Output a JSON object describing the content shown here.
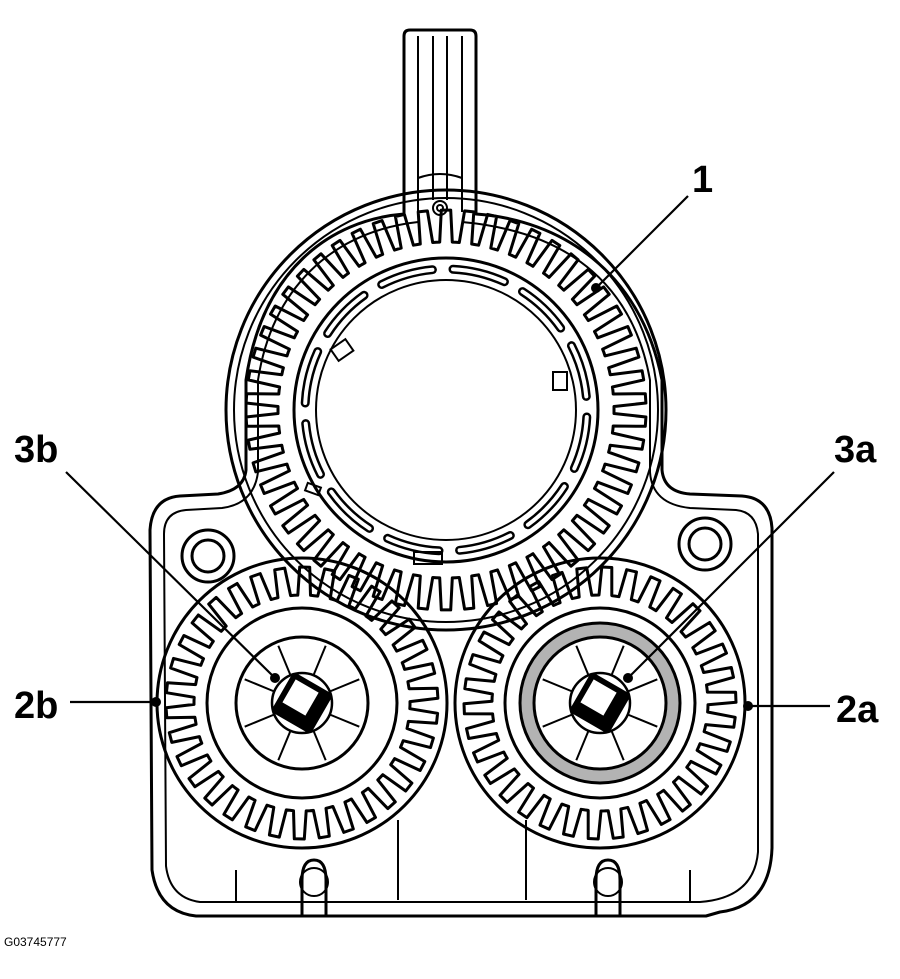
{
  "figure": {
    "figure_id": "G03745777",
    "callouts": [
      {
        "id": "1",
        "label": "1"
      },
      {
        "id": "2a",
        "label": "2a"
      },
      {
        "id": "2b",
        "label": "2b"
      },
      {
        "id": "3a",
        "label": "3a"
      },
      {
        "id": "3b",
        "label": "3b"
      }
    ]
  },
  "colors": {
    "line": "#000000",
    "background": "#ffffff",
    "bushing_shade": "#b3b3b3"
  }
}
